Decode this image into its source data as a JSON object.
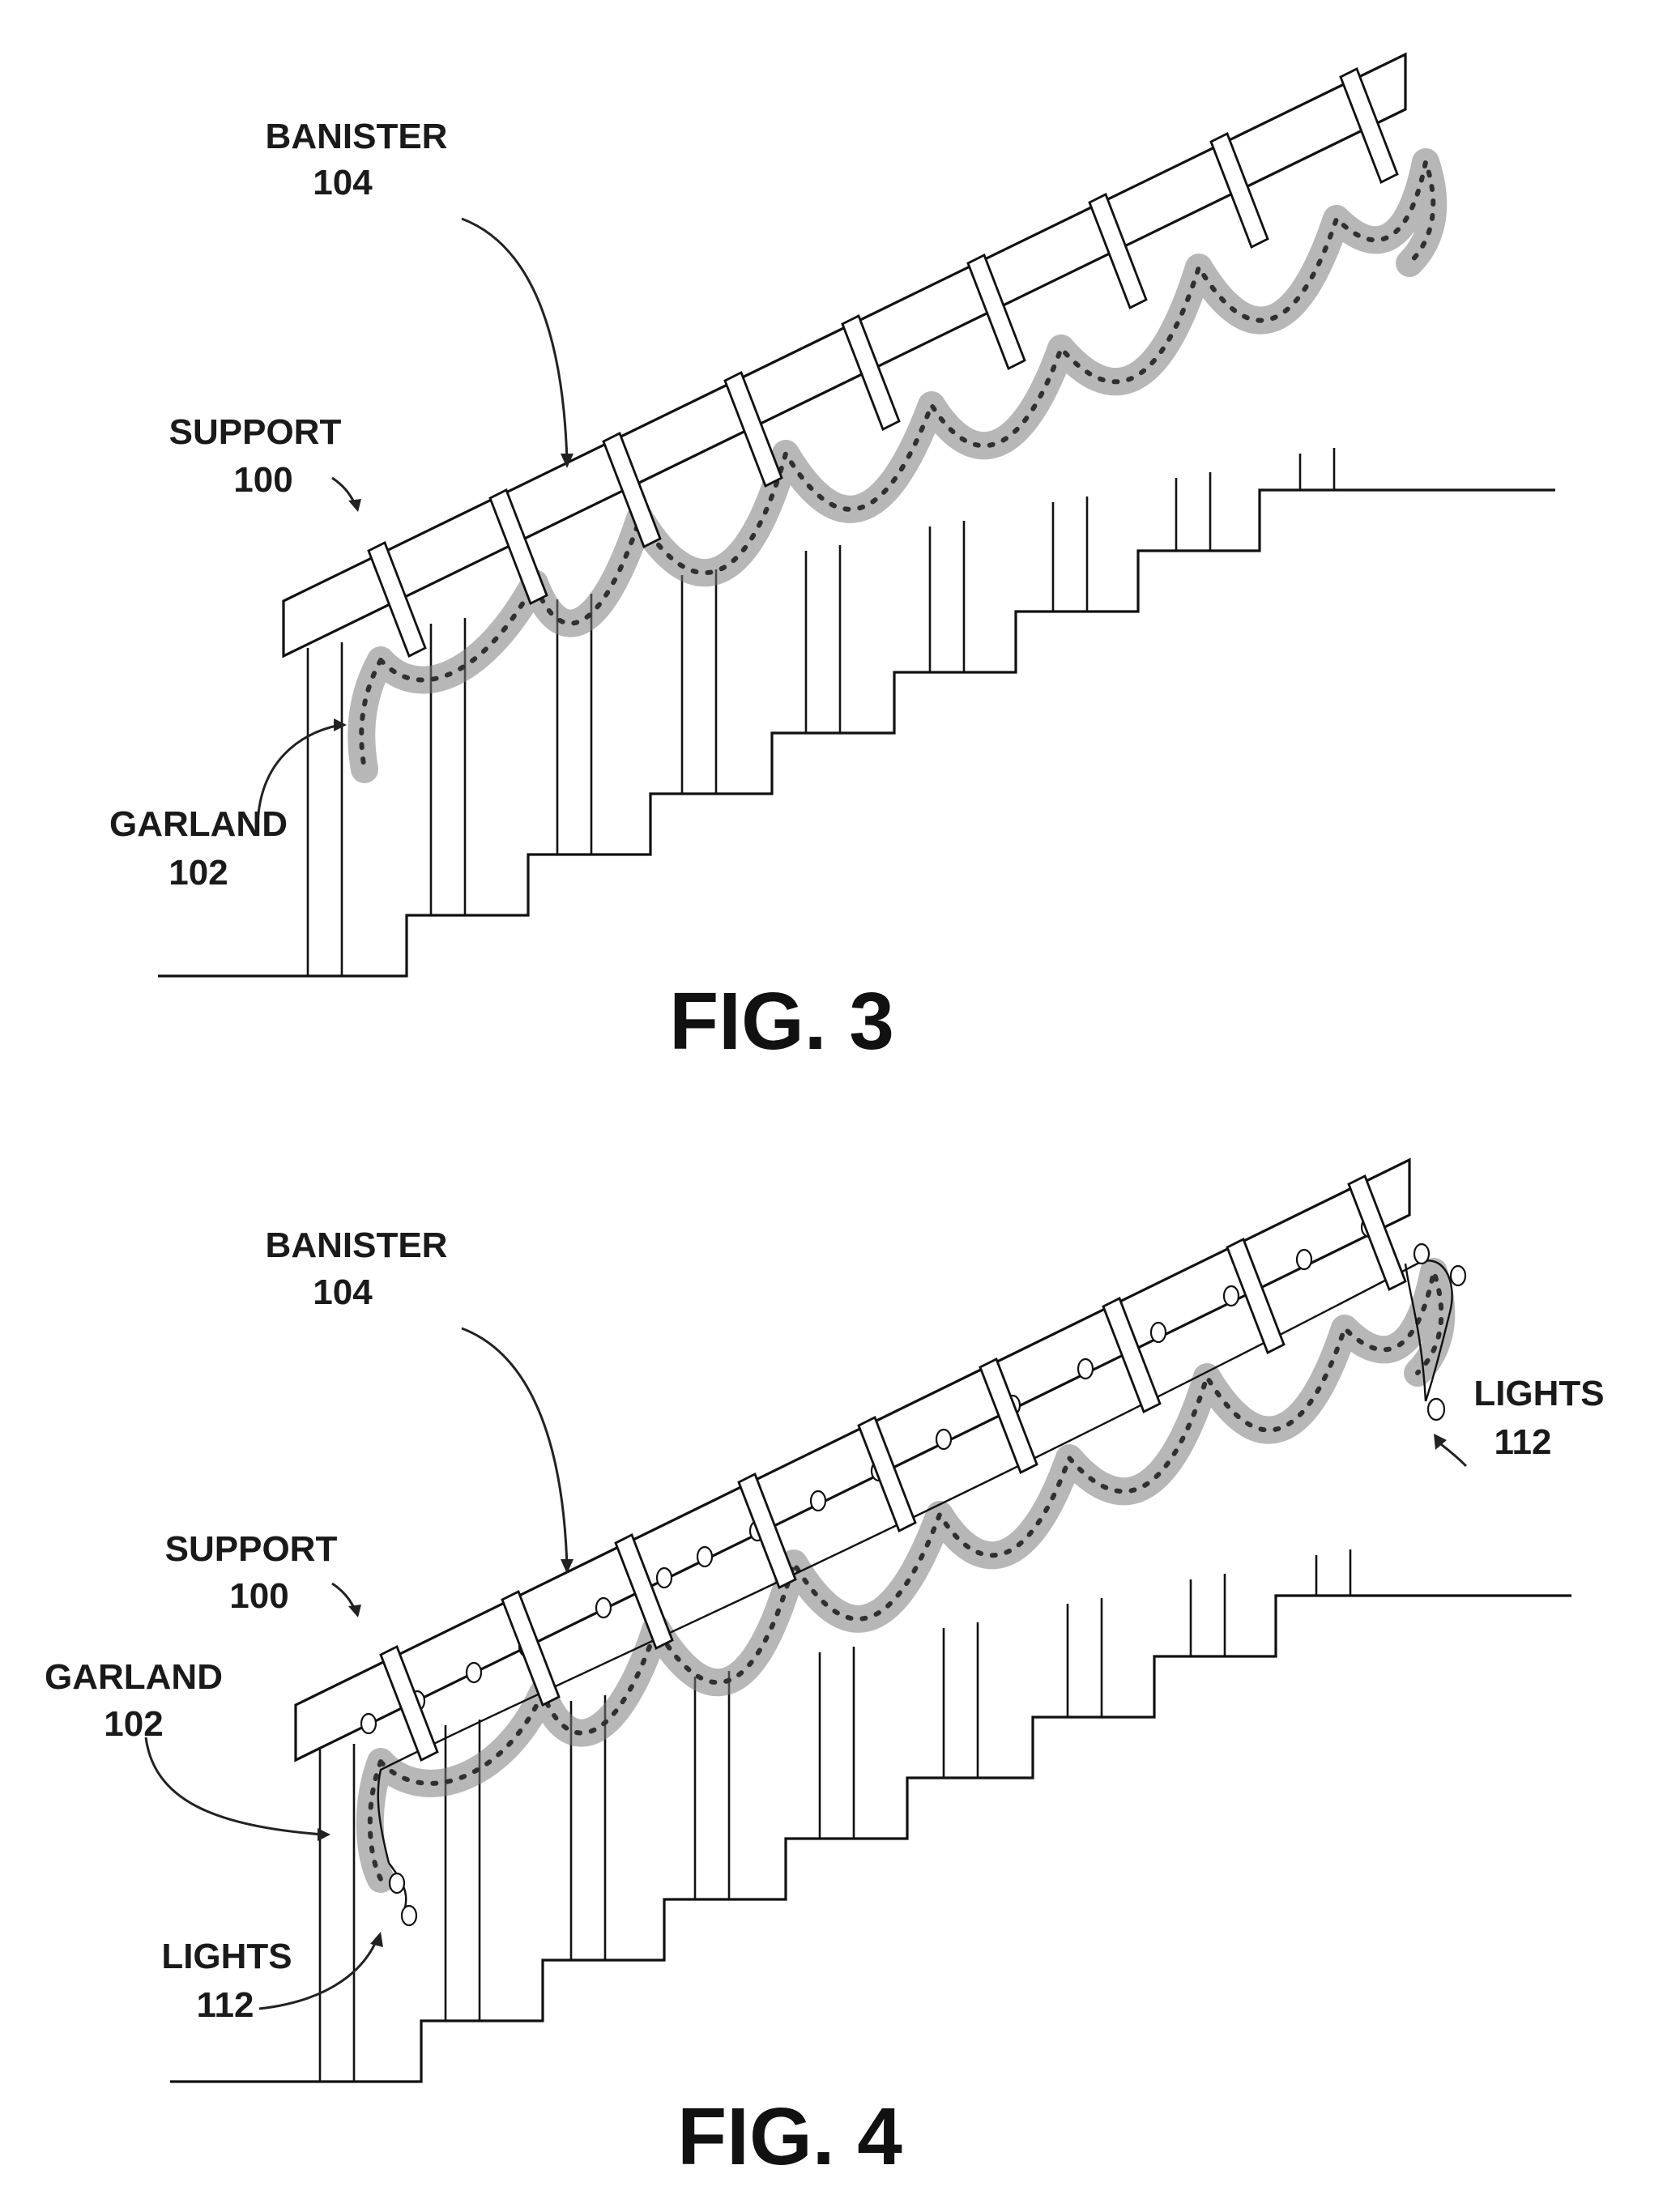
{
  "figures": [
    {
      "id": "fig3",
      "title": "FIG. 3",
      "labels": {
        "banister": {
          "name": "BANISTER",
          "num": "104"
        },
        "support": {
          "name": "SUPPORT",
          "num": "100"
        },
        "garland": {
          "name": "GARLAND",
          "num": "102"
        }
      }
    },
    {
      "id": "fig4",
      "title": "FIG. 4",
      "labels": {
        "banister": {
          "name": "BANISTER",
          "num": "104"
        },
        "support": {
          "name": "SUPPORT",
          "num": "100"
        },
        "garland": {
          "name": "GARLAND",
          "num": "102"
        },
        "lights_left": {
          "name": "LIGHTS",
          "num": "112"
        },
        "lights_right": {
          "name": "LIGHTS",
          "num": "112"
        }
      }
    }
  ],
  "colors": {
    "line": "#111111",
    "garland": "#7c7c7c",
    "background": "#ffffff"
  }
}
